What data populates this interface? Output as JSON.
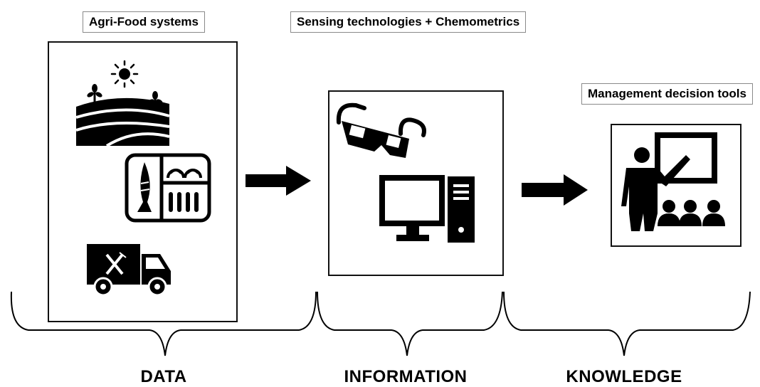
{
  "labels": {
    "agri_food": "Agri-Food systems",
    "sensing": "Sensing technologies + Chemometrics",
    "management": "Management decision tools"
  },
  "stages": {
    "data": "DATA",
    "information": "INFORMATION",
    "knowledge": "KNOWLEDGE"
  },
  "icons": {
    "data_panel": [
      "farm-field-icon",
      "food-tray-icon",
      "delivery-truck-icon"
    ],
    "information_panel": [
      "3d-glasses-icon",
      "desktop-computer-icon"
    ],
    "knowledge_panel": [
      "teacher-presentation-icon"
    ]
  },
  "colors": {
    "ink": "#000000",
    "tag_border": "#8a8a8a"
  }
}
